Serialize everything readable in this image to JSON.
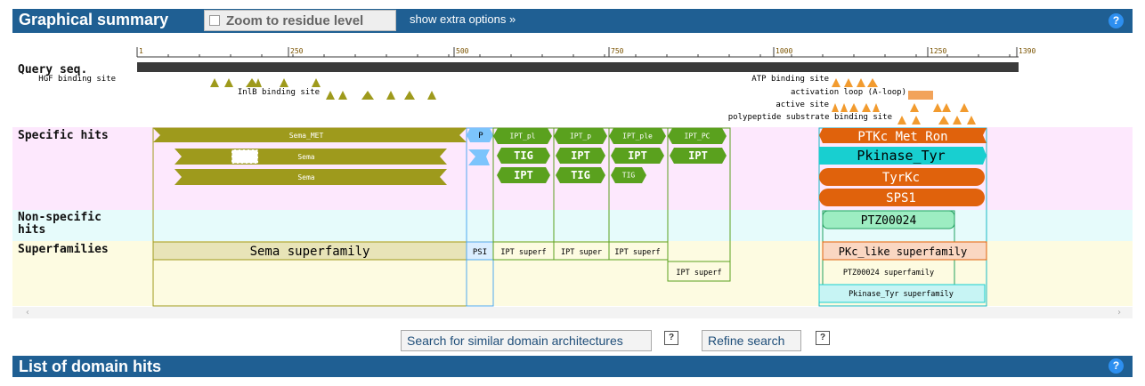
{
  "graphical_summary": {
    "title": "Graphical summary",
    "zoom_label": "Zoom to residue level",
    "show_extra": "show extra options »",
    "help_icon": "?"
  },
  "rows": {
    "query": "Query seq.",
    "specific": "Specific hits",
    "nonspecific": "Non-specific hits",
    "superfamilies": "Superfamilies"
  },
  "ruler_ticks": [
    "1",
    "250",
    "500",
    "750",
    "1000",
    "1250",
    "1390"
  ],
  "sites": [
    "HGF binding site",
    "InlB binding site",
    "ATP binding site",
    "activation loop (A-loop)",
    "active site",
    "polypeptide substrate binding site"
  ],
  "specific_hits": [
    "Sema_MET",
    "Sema",
    "Sema",
    "P",
    "IPT_pl",
    "TIG",
    "IPT",
    "IPT_p",
    "IPT",
    "TIG",
    "IPT_ple",
    "IPT",
    "TIG",
    "IPT_PC",
    "IPT",
    "PTKc_Met_Ron",
    "Pkinase_Tyr",
    "TyrKc",
    "SPS1"
  ],
  "nonspecific_hits": [
    "PTZ00024"
  ],
  "superfamilies": [
    "Sema superfamily",
    "PSI",
    "IPT superf",
    "IPT super",
    "IPT superf",
    "IPT superf",
    "PKc_like superfamily",
    "PTZ00024 superfamily",
    "Pkinase_Tyr superfamily"
  ],
  "buttons": {
    "search_similar": "Search for similar domain architectures",
    "refine": "Refine search",
    "help": "?"
  },
  "list_of_hits": {
    "title": "List of domain hits",
    "help_icon": "?"
  },
  "colors": {
    "header_blue": "#1f5f93",
    "sema_olive": "#9e9a1c",
    "ipt_green": "#5aa11e",
    "kinase_orange": "#e0620c",
    "pkinase_cyan": "#18cfd0",
    "ptz_green": "#9dedc2"
  }
}
